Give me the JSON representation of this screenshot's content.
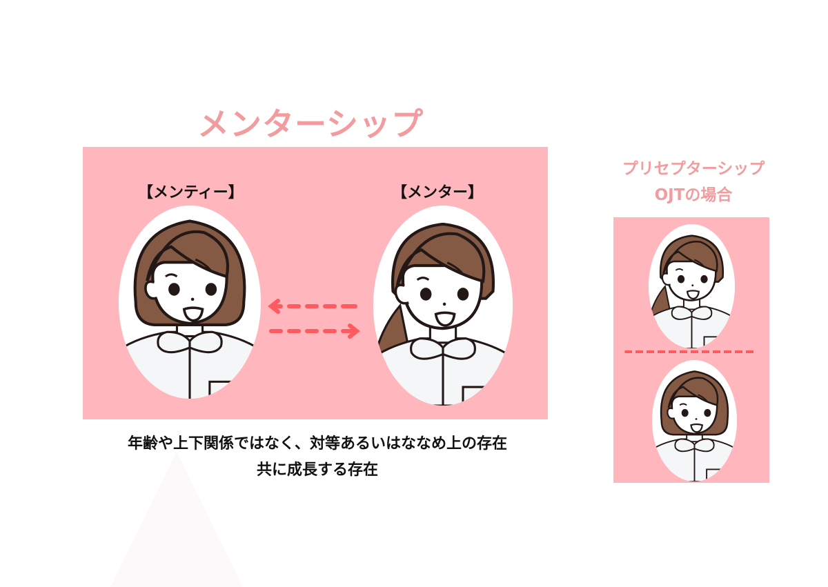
{
  "mentorship": {
    "title": "メンターシップ",
    "mentee_label": "【メンティー】",
    "mentor_label": "【メンター】",
    "arrows": {
      "top": "arrow-left (mentor → mentee)",
      "bottom": "arrow-right (mentee → mentor)"
    },
    "caption_line1": "年齢や上下関係ではなく、対等あるいはななめ上の存在",
    "caption_line2": "共に成長する存在"
  },
  "preceptorship": {
    "title_line1": "プリセプターシップ",
    "title_line2": "OJTの場合",
    "divider": "dashed-line"
  },
  "colors": {
    "panel_bg": "#ffb6bc",
    "title_pink": "#f29c9f",
    "arrow_red": "#ff5a5f",
    "hair_brown": "#845a45",
    "outline": "#231815",
    "text": "#111111"
  }
}
